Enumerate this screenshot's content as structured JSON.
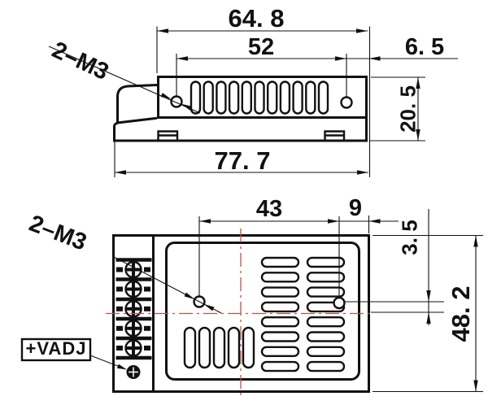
{
  "drawing": {
    "top_view": {
      "dim_body_width": "64. 8",
      "dim_hole_spacing": "52",
      "dim_hole_to_edge": "6. 5",
      "dim_height": "20. 5",
      "dim_total_width": "77. 7",
      "hole_label": "2–M3"
    },
    "bottom_view": {
      "dim_hole_spacing": "43",
      "dim_hole_to_edge": "9",
      "dim_hole_offset": "3. 5",
      "dim_total_height": "48. 2",
      "hole_label": "2–M3",
      "vadj_label": "+VADJ"
    },
    "colors": {
      "line": "#111111",
      "centerline": "#c0504d",
      "background": "#ffffff"
    }
  }
}
